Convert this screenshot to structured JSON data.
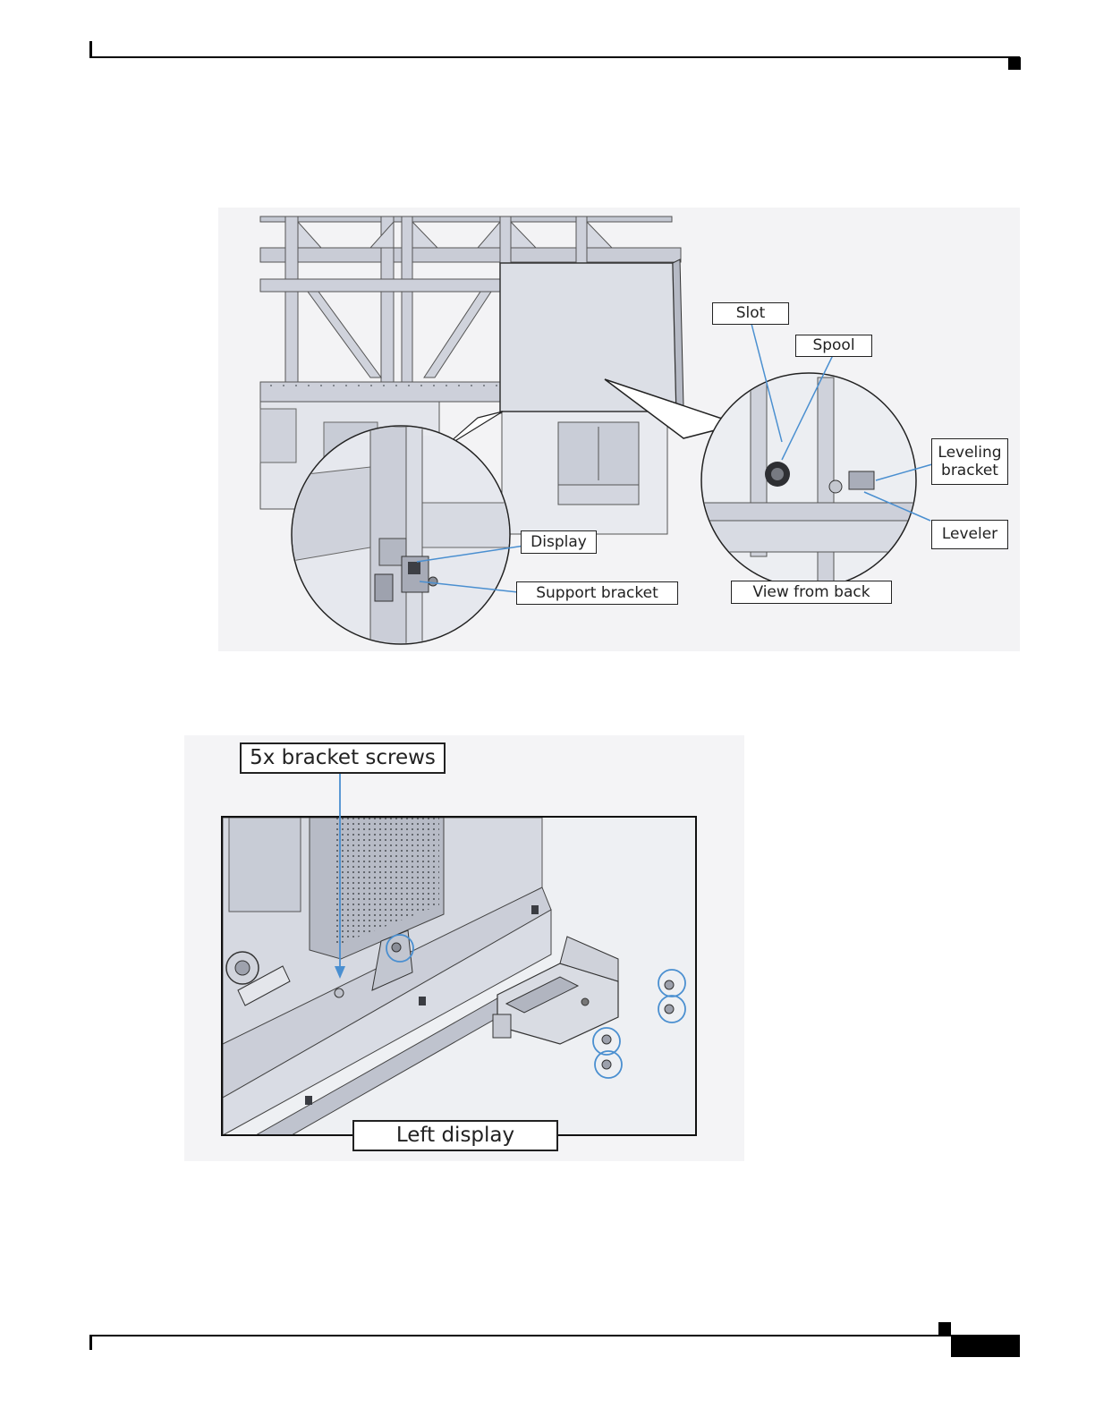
{
  "figure1": {
    "callouts": {
      "slot": "Slot",
      "spool": "Spool",
      "leveling_bracket_line1": "Leveling",
      "leveling_bracket_line2": "bracket",
      "leveler": "Leveler",
      "display": "Display",
      "support_bracket": "Support bracket",
      "view_from_back": "View from back"
    }
  },
  "figure2": {
    "callouts": {
      "bracket_screws": "5x bracket screws",
      "left_display": "Left display"
    }
  },
  "colors": {
    "leader_blue": "#4a8fd0",
    "panel_gray": "#d8dbe3",
    "frame_gray": "#b9bdc8"
  }
}
